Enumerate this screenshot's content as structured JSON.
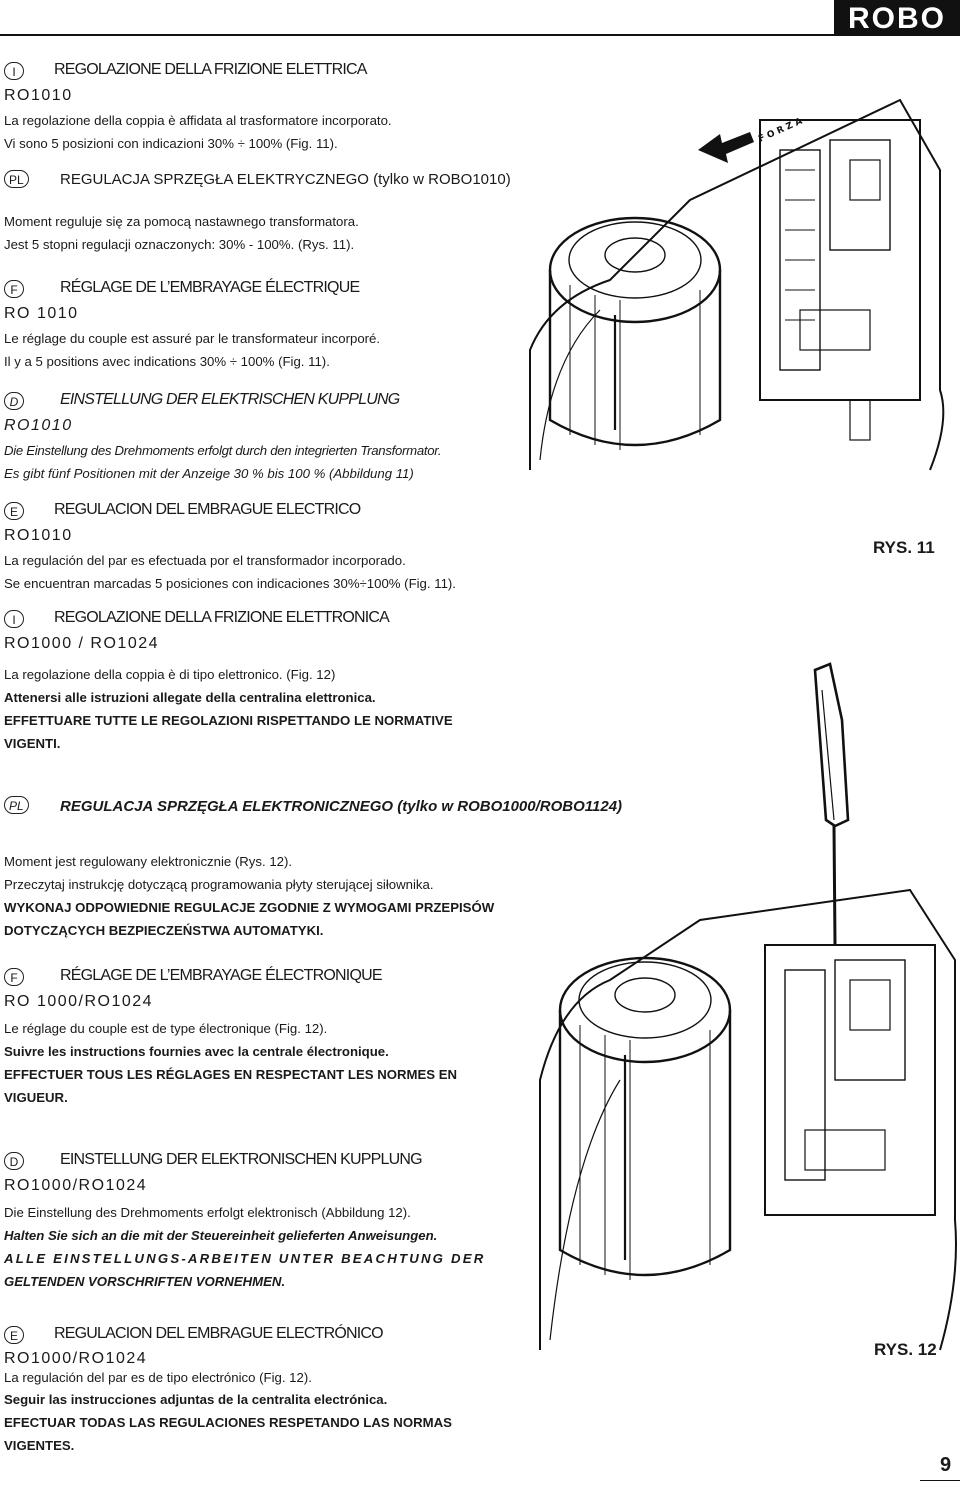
{
  "header": {
    "brand": "ROBO"
  },
  "figures": {
    "fig11_label": "RYS. 11",
    "fig12_label": "RYS. 12",
    "fig11_text": "F O R Z A"
  },
  "page_number": "9",
  "sections": [
    {
      "tag": "I",
      "title": "REGOLAZIONE DELLA FRIZIONE ELETTRICA",
      "model": "RO1010",
      "lines": [
        "La regolazione della coppia è affidata al trasformatore incorporato.",
        "Vi sono 5 posizioni con indicazioni 30% ÷ 100% (Fig. 11)."
      ]
    },
    {
      "tag": "PL",
      "title": "REGULACJA SPRZĘGŁA ELEKTRYCZNEGO (tylko w ROBO1010)",
      "lines": [
        "Moment reguluje się za pomocą nastawnego transformatora.",
        "Jest 5 stopni regulacji oznaczonych: 30% - 100%.  (Rys. 11)."
      ]
    },
    {
      "tag": "F",
      "title": "RÉGLAGE DE L’EMBRAYAGE ÉLECTRIQUE",
      "model": "RO 1010",
      "lines": [
        "Le réglage du couple est assuré par le transformateur incorporé.",
        "Il y a 5 positions avec indications 30% ÷ 100% (Fig. 11)."
      ]
    },
    {
      "tag": "D",
      "title": "EINSTELLUNG DER ELEKTRISCHEN KUPPLUNG",
      "model": "RO1010",
      "lines": [
        "Die Einstellung des Drehmoments erfolgt durch den integrierten Transformator.",
        "Es gibt fünf Positionen mit der Anzeige 30 % bis 100 % (Abbildung 11)"
      ]
    },
    {
      "tag": "E",
      "title": "REGULACION DEL EMBRAGUE ELECTRICO",
      "model": "RO1010",
      "lines": [
        "La regulación del par es efectuada por el transformador incorporado.",
        "Se encuentran marcadas 5 posiciones con indicaciones 30%÷100% (Fig. 11)."
      ]
    },
    {
      "tag": "I",
      "title": "REGOLAZIONE DELLA FRIZIONE ELETTRONICA",
      "model": "RO1000 / RO1024",
      "lines": [
        "La regolazione della coppia è di tipo elettronico. (Fig. 12)",
        "Attenersi alle istruzioni allegate della centralina elettronica.",
        "EFFETTUARE TUTTE LE REGOLAZIONI RISPETTANDO LE NORMATIVE",
        "VIGENTI."
      ]
    },
    {
      "tag": "PL",
      "title": "REGULACJA SPRZĘGŁA ELEKTRONICZNEGO (tylko w ROBO1000/ROBO1124)",
      "lines": [
        "Moment jest regulowany elektronicznie (Rys. 12).",
        "Przeczytaj instrukcję dotyczącą programowania płyty sterującej siłownika.",
        "WYKONAJ ODPOWIEDNIE REGULACJE ZGODNIE Z WYMOGAMI PRZEPISÓW",
        "DOTYCZĄCYCH BEZPIECZEŃSTWA AUTOMATYKI."
      ]
    },
    {
      "tag": "F",
      "title": "RÉGLAGE DE L’EMBRAYAGE ÉLECTRONIQUE",
      "model": "RO 1000/RO1024",
      "lines": [
        "Le réglage du couple est de type électronique (Fig. 12).",
        "Suivre les instructions fournies avec la centrale électronique.",
        "EFFECTUER TOUS LES RÉGLAGES EN RESPECTANT LES NORMES EN",
        "VIGUEUR."
      ]
    },
    {
      "tag": "D",
      "title": "EINSTELLUNG  DER  ELEKTRONISCHEN  KUPPLUNG",
      "model": "RO1000/RO1024",
      "lines": [
        "Die Einstellung des Drehmoments erfolgt elektronisch (Abbildung 12).",
        "Halten Sie sich an die mit der Steuereinheit gelieferten Anweisungen.",
        "ALLE  EINSTELLUNGS-ARBEITEN  UNTER  BEACHTUNG  DER",
        "GELTENDEN VORSCHRIFTEN VORNEHMEN."
      ]
    },
    {
      "tag": "E",
      "title": "REGULACION DEL EMBRAGUE ELECTRÓNICO",
      "model": "RO1000/RO1024",
      "lines": [
        "La regulación del par es de tipo electrónico (Fig. 12).",
        "Seguir las instrucciones adjuntas de la centralita electrónica.",
        "EFECTUAR TODAS LAS REGULACIONES RESPETANDO LAS NORMAS",
        "VIGENTES."
      ]
    }
  ]
}
